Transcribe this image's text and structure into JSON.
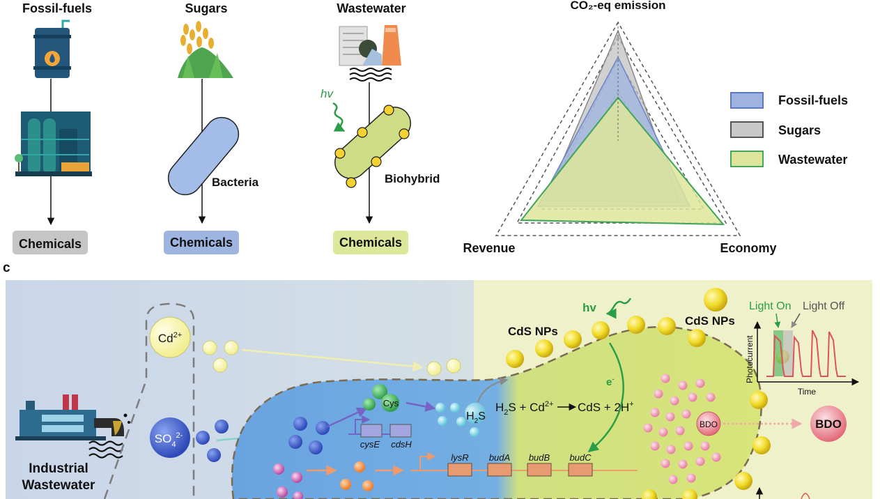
{
  "panel_a": {
    "routes": [
      {
        "title": "Fossil-fuels",
        "output": "Chemicals",
        "colors": {
          "box": "#c6c6c6"
        }
      },
      {
        "title": "Sugars",
        "intermediate": "Bacteria",
        "output": "Chemicals",
        "colors": {
          "box": "#9db5e0"
        }
      },
      {
        "title": "Wastewater",
        "intermediate": "Biohybrid",
        "light": "hv",
        "output": "Chemicals",
        "colors": {
          "box": "#dce79c"
        }
      }
    ]
  },
  "radar": {
    "axes": [
      "CO₂-eq emission",
      "Revenue",
      "Economy"
    ],
    "legend": [
      {
        "label": "Fossil-fuels",
        "color": "#9eb3df"
      },
      {
        "label": "Sugars",
        "color": "#c8c8c8"
      },
      {
        "label": "Wastewater",
        "color": "#dde59a"
      }
    ]
  },
  "panel_c": {
    "label": "c",
    "source": {
      "line1": "Industrial",
      "line2": "Wastewater"
    },
    "ions": {
      "cd_base": "Cd",
      "cd_sup": "2+",
      "so4_base": "SO",
      "so4_sub": "4",
      "so4_sup": "2-"
    },
    "cys": "Cys",
    "genes_top": [
      "cysE",
      "cdsH"
    ],
    "genes_bottom": [
      "lysR",
      "budA",
      "budB",
      "budC"
    ],
    "h2s": {
      "h": "H",
      "sub": "2",
      "s": "S"
    },
    "reaction": {
      "left": "H",
      "sub": "2",
      "mid": "S + Cd",
      "sup1": "2+",
      "right": "CdS + 2H",
      "sup2": "+"
    },
    "cds_nps": [
      "CdS NPs",
      "CdS NPs"
    ],
    "light": "hv",
    "electron": {
      "base": "e",
      "sup": "-"
    },
    "bdo": "BDO",
    "inset": {
      "light_on": "Light On",
      "light_off": "Light Off",
      "ylabel": "Photocurrent",
      "xlabel": "Time"
    }
  },
  "colors": {
    "bg_left": "#cdd8e8",
    "bg_right": "#ecf0c8",
    "cell": "#7eaee0",
    "cell_right": "#d9e57c",
    "arrow_green": "#2a9d48"
  }
}
